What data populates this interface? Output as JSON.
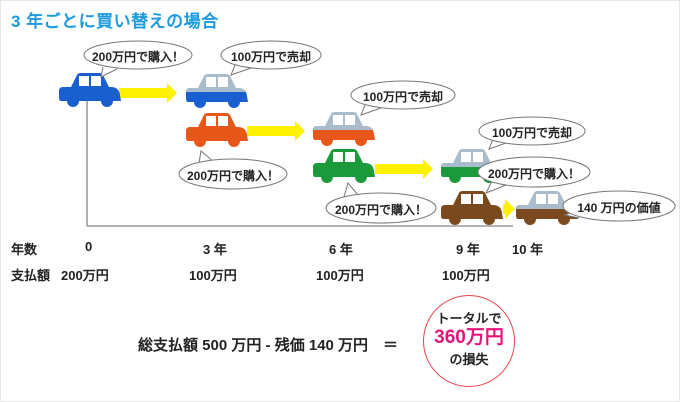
{
  "title": "3 年ごとに買い替えの場合",
  "bubbles": {
    "buy0": "200万円で購入！",
    "sell3": "100万円で売却",
    "buy3": "200万円で購入！",
    "sell6": "100万円で売却",
    "buy6": "200万円で購入！",
    "sell9": "100万円で売却",
    "buy9": "200万円で購入！",
    "value10": "140 万円の価値"
  },
  "rows": {
    "years_label": "年数",
    "years": [
      "0",
      "3 年",
      "6 年",
      "9 年",
      "10 年"
    ],
    "payment_label": "支払額",
    "payments": [
      "200万円",
      "100万円",
      "100万円",
      "100万円"
    ]
  },
  "summary": {
    "formula": "総支払額 500 万円 - 残価 140 万円　＝",
    "result_top": "トータルで",
    "result_amount": "360万円",
    "result_bottom": "の損失"
  },
  "colors": {
    "title": "#1a9be0",
    "blue": "#1a5fd0",
    "orange": "#e8561a",
    "green": "#1a9a3a",
    "brown": "#7a4a1e",
    "gray": "#a9bccb",
    "arrow": "#fff200",
    "loss": "#e6147a",
    "circle": "#e8404a"
  }
}
